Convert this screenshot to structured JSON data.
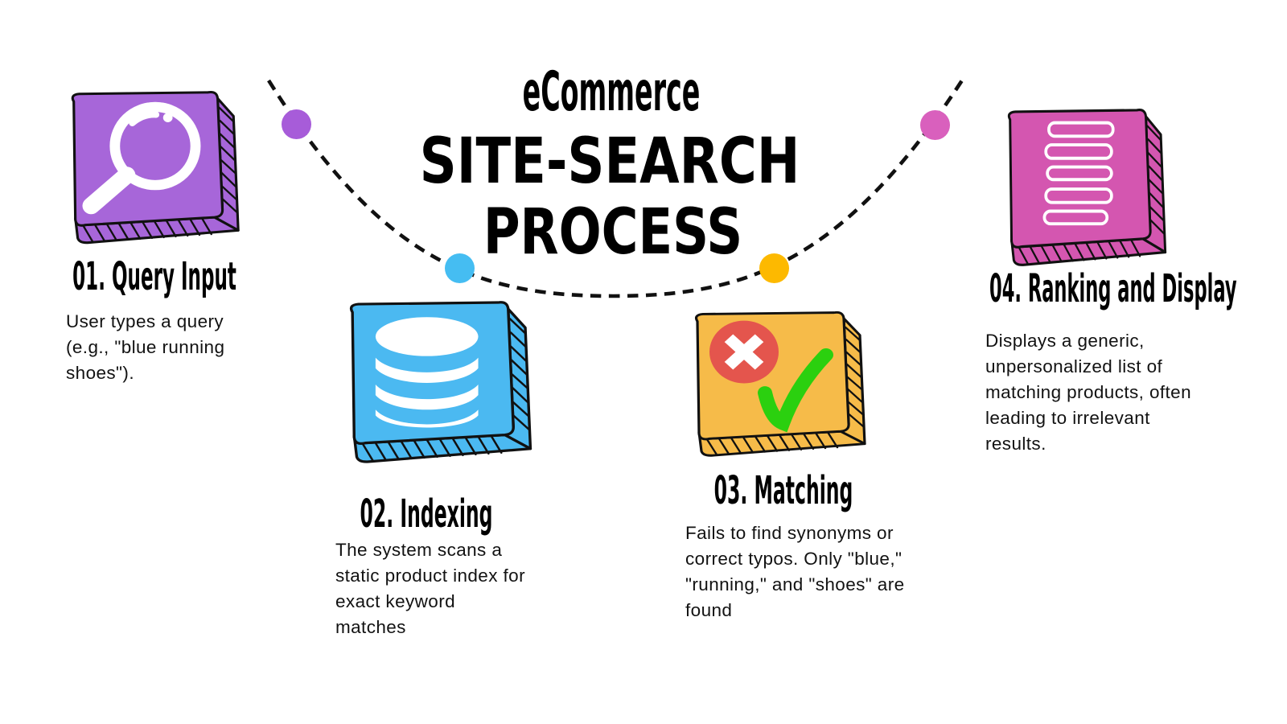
{
  "header": {
    "kicker": "eCommerce",
    "title_line1": "SITE-SEARCH",
    "title_line2": "PROCESS"
  },
  "steps": [
    {
      "label": "01. Query Input",
      "description": "User types a query\n(e.g., \"blue running\nshoes\").",
      "icon": "search-icon",
      "box_color": "#a766d9",
      "dot_color": "#a75cd9"
    },
    {
      "label": "02. Indexing",
      "description": "The system scans a\nstatic product index for\nexact keyword\nmatches",
      "icon": "database-icon",
      "box_color": "#4bb9f1",
      "dot_color": "#45bdf2"
    },
    {
      "label": "03. Matching",
      "description": "Fails to find synonyms or\ncorrect typos. Only \"blue,\"\n\"running,\" and \"shoes\" are\nfound",
      "icon": "cross-and-check-icon",
      "box_color": "#f6bb49",
      "dot_color": "#fdb900",
      "cross_color": "#e4554d",
      "check_color": "#2bd00f"
    },
    {
      "label": "04. Ranking and Display",
      "description": "Displays a generic,\nunpersonalized list of\nmatching products, often\nleading to irrelevant\nresults.",
      "icon": "results-list-icon",
      "box_color": "#d456b0",
      "dot_color": "#d960bd"
    }
  ],
  "connector": {
    "style": "dashed-curve",
    "line_color": "#111111",
    "icon_color": "#ffffff"
  }
}
